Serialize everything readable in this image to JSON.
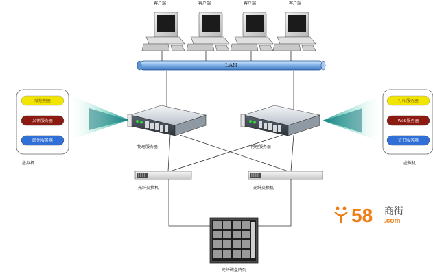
{
  "clients": {
    "labels": [
      "客户端",
      "客户端",
      "客户端",
      "客户端"
    ]
  },
  "network": {
    "lan_label": "LAN"
  },
  "servers": {
    "labels": [
      "物理服务器",
      "物理服务器"
    ]
  },
  "switches": {
    "labels": [
      "光纤交换机",
      "光纤交换机"
    ]
  },
  "storage": {
    "label": "光纤磁盘阵列"
  },
  "vm_left": {
    "label": "虚拟机",
    "items": [
      {
        "label": "域控制器",
        "color": "#f2e600",
        "text_color": "#7a5a00"
      },
      {
        "label": "文件服务器",
        "color": "#8b1a12",
        "text_color": "#f4d9d3"
      },
      {
        "label": "邮件服务器",
        "color": "#2f6fd6",
        "text_color": "#e5eeff"
      }
    ]
  },
  "vm_right": {
    "label": "虚拟机",
    "items": [
      {
        "label": "打印服务器",
        "color": "#f2e600",
        "text_color": "#7a5a00"
      },
      {
        "label": "Web服务器",
        "color": "#8b1a12",
        "text_color": "#f4d9d3"
      },
      {
        "label": "证书服务器",
        "color": "#2f6fd6",
        "text_color": "#e5eeff"
      }
    ]
  },
  "watermark": {
    "number": "58",
    "text": "商街",
    "domain": ".com",
    "color": "#f07d14"
  }
}
